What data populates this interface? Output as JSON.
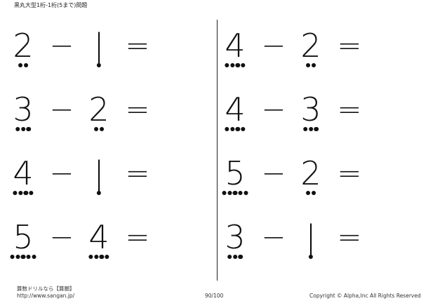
{
  "header": {
    "title": "黒丸大型1桁-1桁(5まで)問題"
  },
  "problems": [
    {
      "a": "2",
      "a_dots": 2,
      "op": "−",
      "b": "|",
      "b_dots": 1,
      "eq": "="
    },
    {
      "a": "4",
      "a_dots": 4,
      "op": "−",
      "b": "2",
      "b_dots": 2,
      "eq": "="
    },
    {
      "a": "3",
      "a_dots": 3,
      "op": "−",
      "b": "2",
      "b_dots": 2,
      "eq": "="
    },
    {
      "a": "4",
      "a_dots": 4,
      "op": "−",
      "b": "3",
      "b_dots": 3,
      "eq": "="
    },
    {
      "a": "4",
      "a_dots": 4,
      "op": "−",
      "b": "|",
      "b_dots": 1,
      "eq": "="
    },
    {
      "a": "5",
      "a_dots": 5,
      "op": "−",
      "b": "2",
      "b_dots": 2,
      "eq": "="
    },
    {
      "a": "5",
      "a_dots": 5,
      "op": "−",
      "b": "4",
      "b_dots": 4,
      "eq": "="
    },
    {
      "a": "3",
      "a_dots": 3,
      "op": "−",
      "b": "|",
      "b_dots": 1,
      "eq": "="
    }
  ],
  "footer": {
    "brand": "算数ドリルなら【算願】",
    "url": "http://www.sangan.jp/",
    "page": "90/100",
    "copyright": "Copyright © Alpha,Inc All Rights Reserved."
  }
}
